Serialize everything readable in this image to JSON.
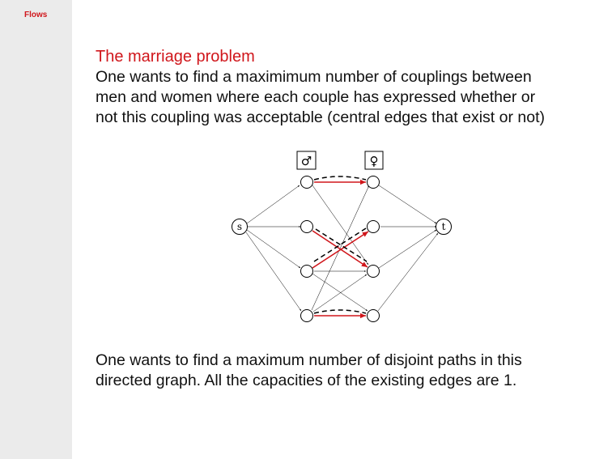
{
  "header": {
    "section": "Flows"
  },
  "slide": {
    "title": "The marriage problem",
    "intro_lines": [
      "One wants to find a maximimum number of couplings between",
      "men and women where each couple has expressed whether or",
      "not this coupling was acceptable (central edges that exist or not)"
    ],
    "conclusion_lines": [
      "One wants to find a maximum number of disjoint paths in this",
      "directed graph. All the capacities of the existing edges are 1."
    ]
  },
  "graph": {
    "men_symbol": "♂",
    "women_symbol": "♀",
    "source_label": "s",
    "sink_label": "t",
    "colors": {
      "matching": "#d0161b",
      "edge": "#000000"
    }
  }
}
